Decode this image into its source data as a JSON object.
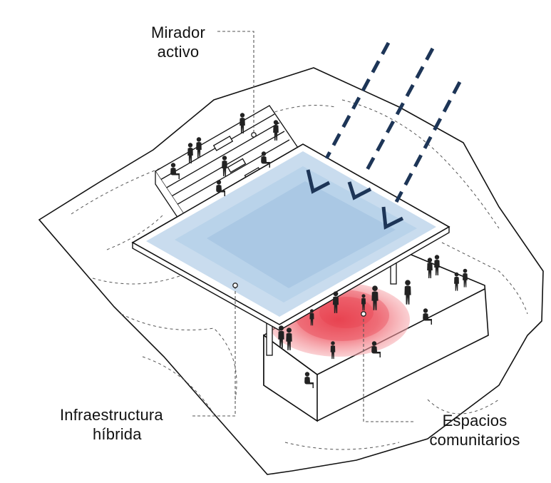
{
  "labels": {
    "mirador": {
      "line1": "Mirador",
      "line2": "activo"
    },
    "infraestructura": {
      "line1": "Infraestructura",
      "line2": "híbrida"
    },
    "espacios": {
      "line1": "Espacios",
      "line2": "comunitarios"
    }
  },
  "colors": {
    "roof": "#b9d3ea",
    "roof_inner": "#a8c8e4",
    "community_zone": "#e8404d",
    "sun_rays": "#1d3557",
    "outline": "#111111",
    "leader_line": "#555555"
  },
  "icons": [
    "sun-ray-arrow-icon",
    "person-silhouette-icon",
    "label-anchor-dot-icon"
  ]
}
